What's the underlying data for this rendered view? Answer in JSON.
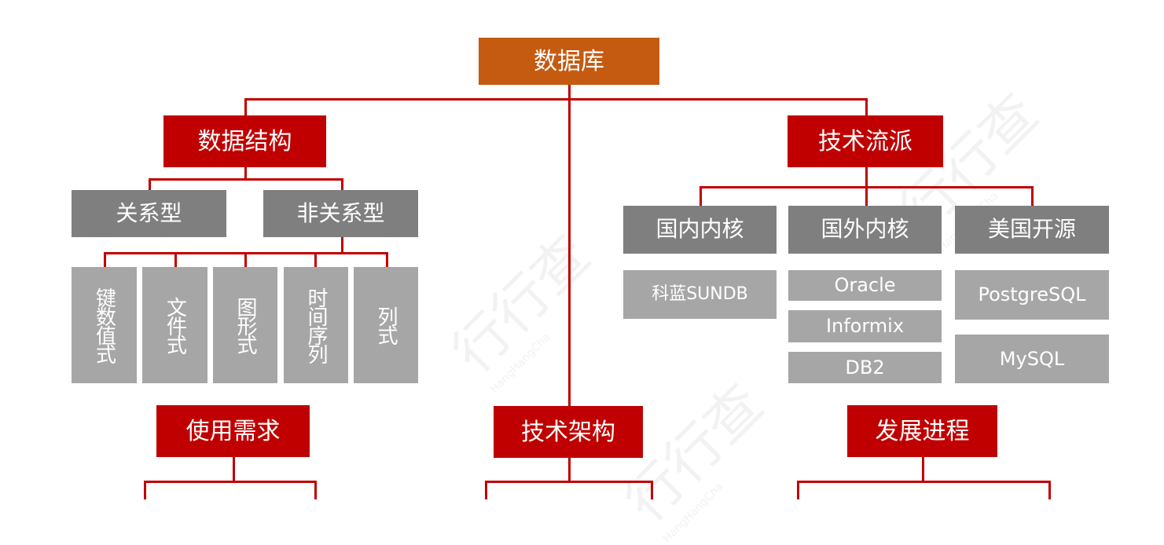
{
  "diagram": {
    "root": "数据库",
    "categories": {
      "data_structure": {
        "label": "数据结构",
        "children": [
          {
            "label": "关系型"
          },
          {
            "label": "非关系型",
            "children": [
              "键数值式",
              "文件式",
              "图形式",
              "时间序列",
              "列式"
            ]
          }
        ]
      },
      "tech_school": {
        "label": "技术流派",
        "children": [
          {
            "label": "国内内核",
            "items": [
              "科蓝SUNDB"
            ]
          },
          {
            "label": "国外内核",
            "items": [
              "Oracle",
              "Informix",
              "DB2"
            ]
          },
          {
            "label": "美国开源",
            "items": [
              "PostgreSQL",
              "MySQL"
            ]
          }
        ]
      },
      "usage_needs": {
        "label": "使用需求"
      },
      "tech_arch": {
        "label": "技术架构"
      },
      "dev_process": {
        "label": "发展进程"
      }
    },
    "watermark": {
      "text": "行行查",
      "sub": "HangHangCha"
    },
    "colors": {
      "root": "#c55a11",
      "category": "#c00000",
      "subcategory": "#7f7f7f",
      "leaf": "#a6a6a6",
      "connector": "#c00000"
    }
  }
}
